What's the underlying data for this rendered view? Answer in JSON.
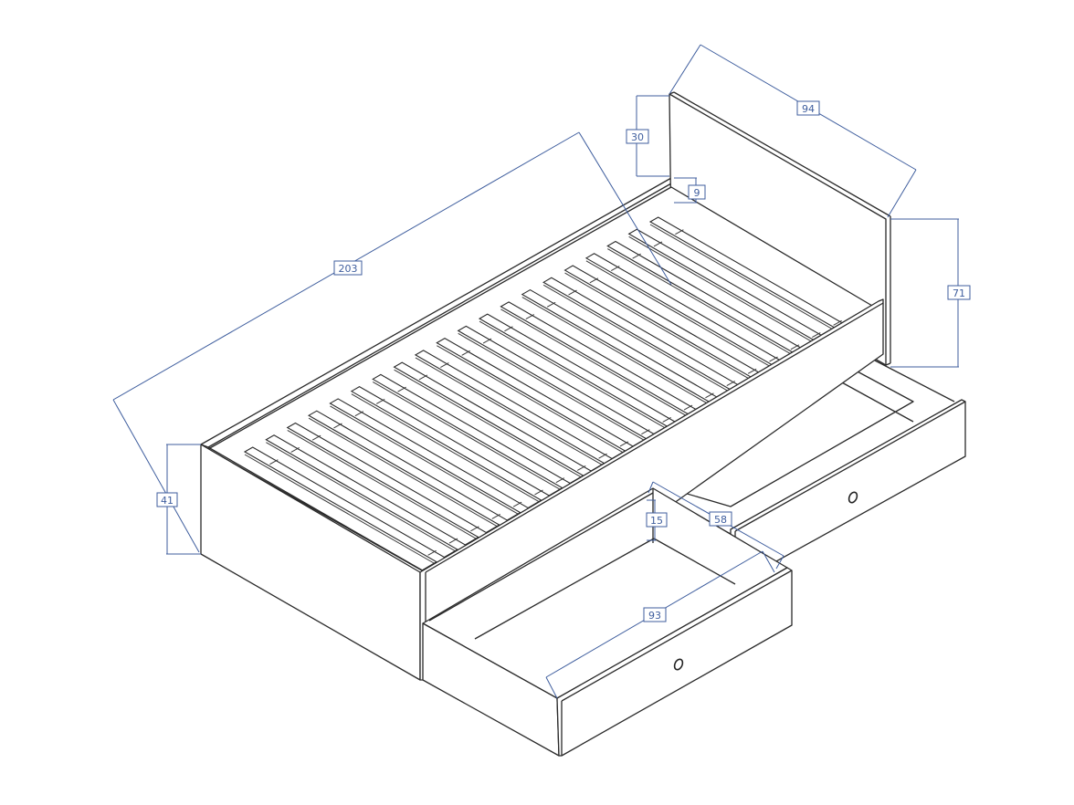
{
  "drawing": {
    "subject": "Single bed with slatted base and two pull-out storage drawers (isometric view)",
    "line_color": "#2a2a2a",
    "dimension_color": "#3f5e9e",
    "background": "#ffffff"
  },
  "dimensions": {
    "bed_length": "203",
    "headboard_width": "94",
    "headboard_height_above_frame": "30",
    "frame_rim_height": "9",
    "headboard_total_height": "71",
    "frame_height": "41",
    "drawer_depth": "58",
    "drawer_height": "15",
    "drawer_width": "93"
  },
  "components": {
    "slat_count": 20,
    "drawer_count": 2,
    "drawer_handle": "round knob"
  }
}
